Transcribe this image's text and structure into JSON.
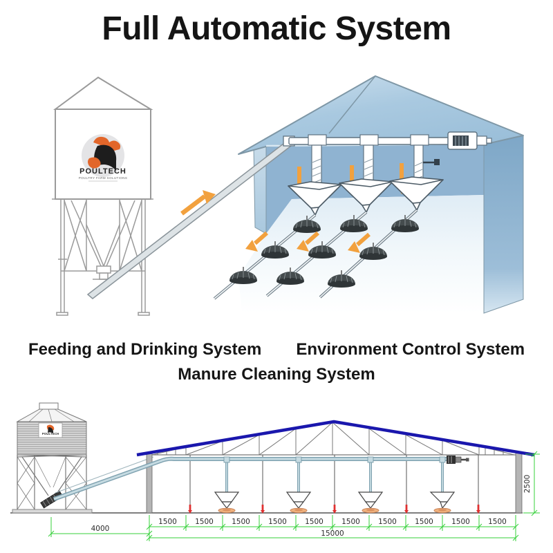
{
  "title": "Full Automatic System",
  "captions": {
    "feeding": "Feeding  and Drinking System",
    "environment": "Environment Control System",
    "manure": "Manure Cleaning System"
  },
  "logo": {
    "name": "POULTECH",
    "tagline": "POULTRY FARM SOLUTIONS"
  },
  "dims": {
    "silo_offset": "4000",
    "bay": "1500",
    "total": "15000",
    "wall_height": "2500"
  },
  "colors": {
    "roof_blue": "#1a17ad",
    "dimension_green": "#35d03a",
    "marker_red": "#e03030",
    "arrow_orange": "#f2a13e",
    "barn_wall_blue": "#8fb3d1"
  }
}
